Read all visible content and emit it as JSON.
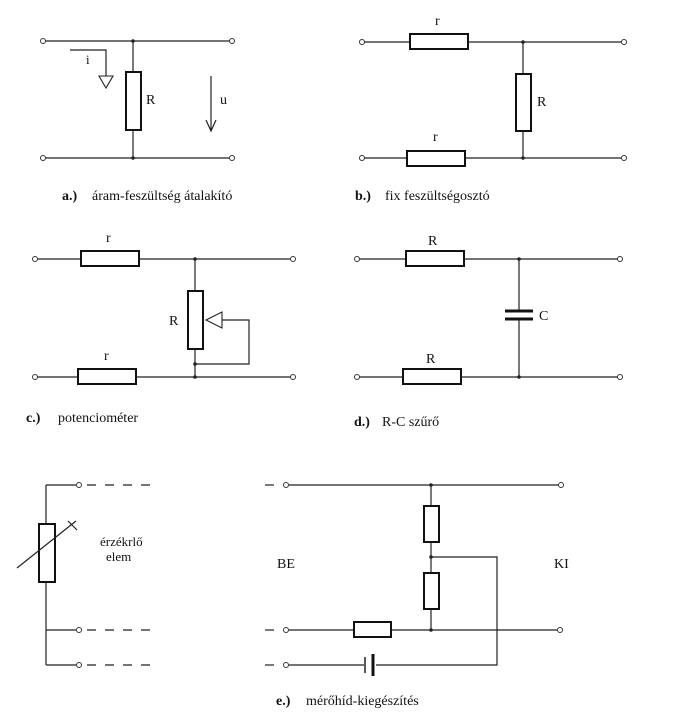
{
  "circuits": {
    "a": {
      "letter": "a.)",
      "title": "áram-feszültség átalakító",
      "current_label": "i",
      "resistor_label": "R",
      "voltage_label": "u"
    },
    "b": {
      "letter": "b.)",
      "title": "fix feszültségosztó",
      "series_top_label": "r",
      "series_bottom_label": "r",
      "shunt_label": "R"
    },
    "c": {
      "letter": "c.)",
      "title": "potenciométer",
      "series_top_label": "r",
      "series_bottom_label": "r",
      "pot_label": "R"
    },
    "d": {
      "letter": "d.)",
      "title": "R-C szűrő",
      "series_top_label": "R",
      "series_bottom_label": "R",
      "capacitor_label": "C"
    },
    "e": {
      "letter": "e.)",
      "title": "mérőhíd-kiegészítés",
      "sensor_label_line1": "érzékrlő",
      "sensor_label_line2": "elem",
      "input_label": "BE",
      "output_label": "KI"
    }
  },
  "colors": {
    "wire": "#222222",
    "background": "#ffffff"
  }
}
